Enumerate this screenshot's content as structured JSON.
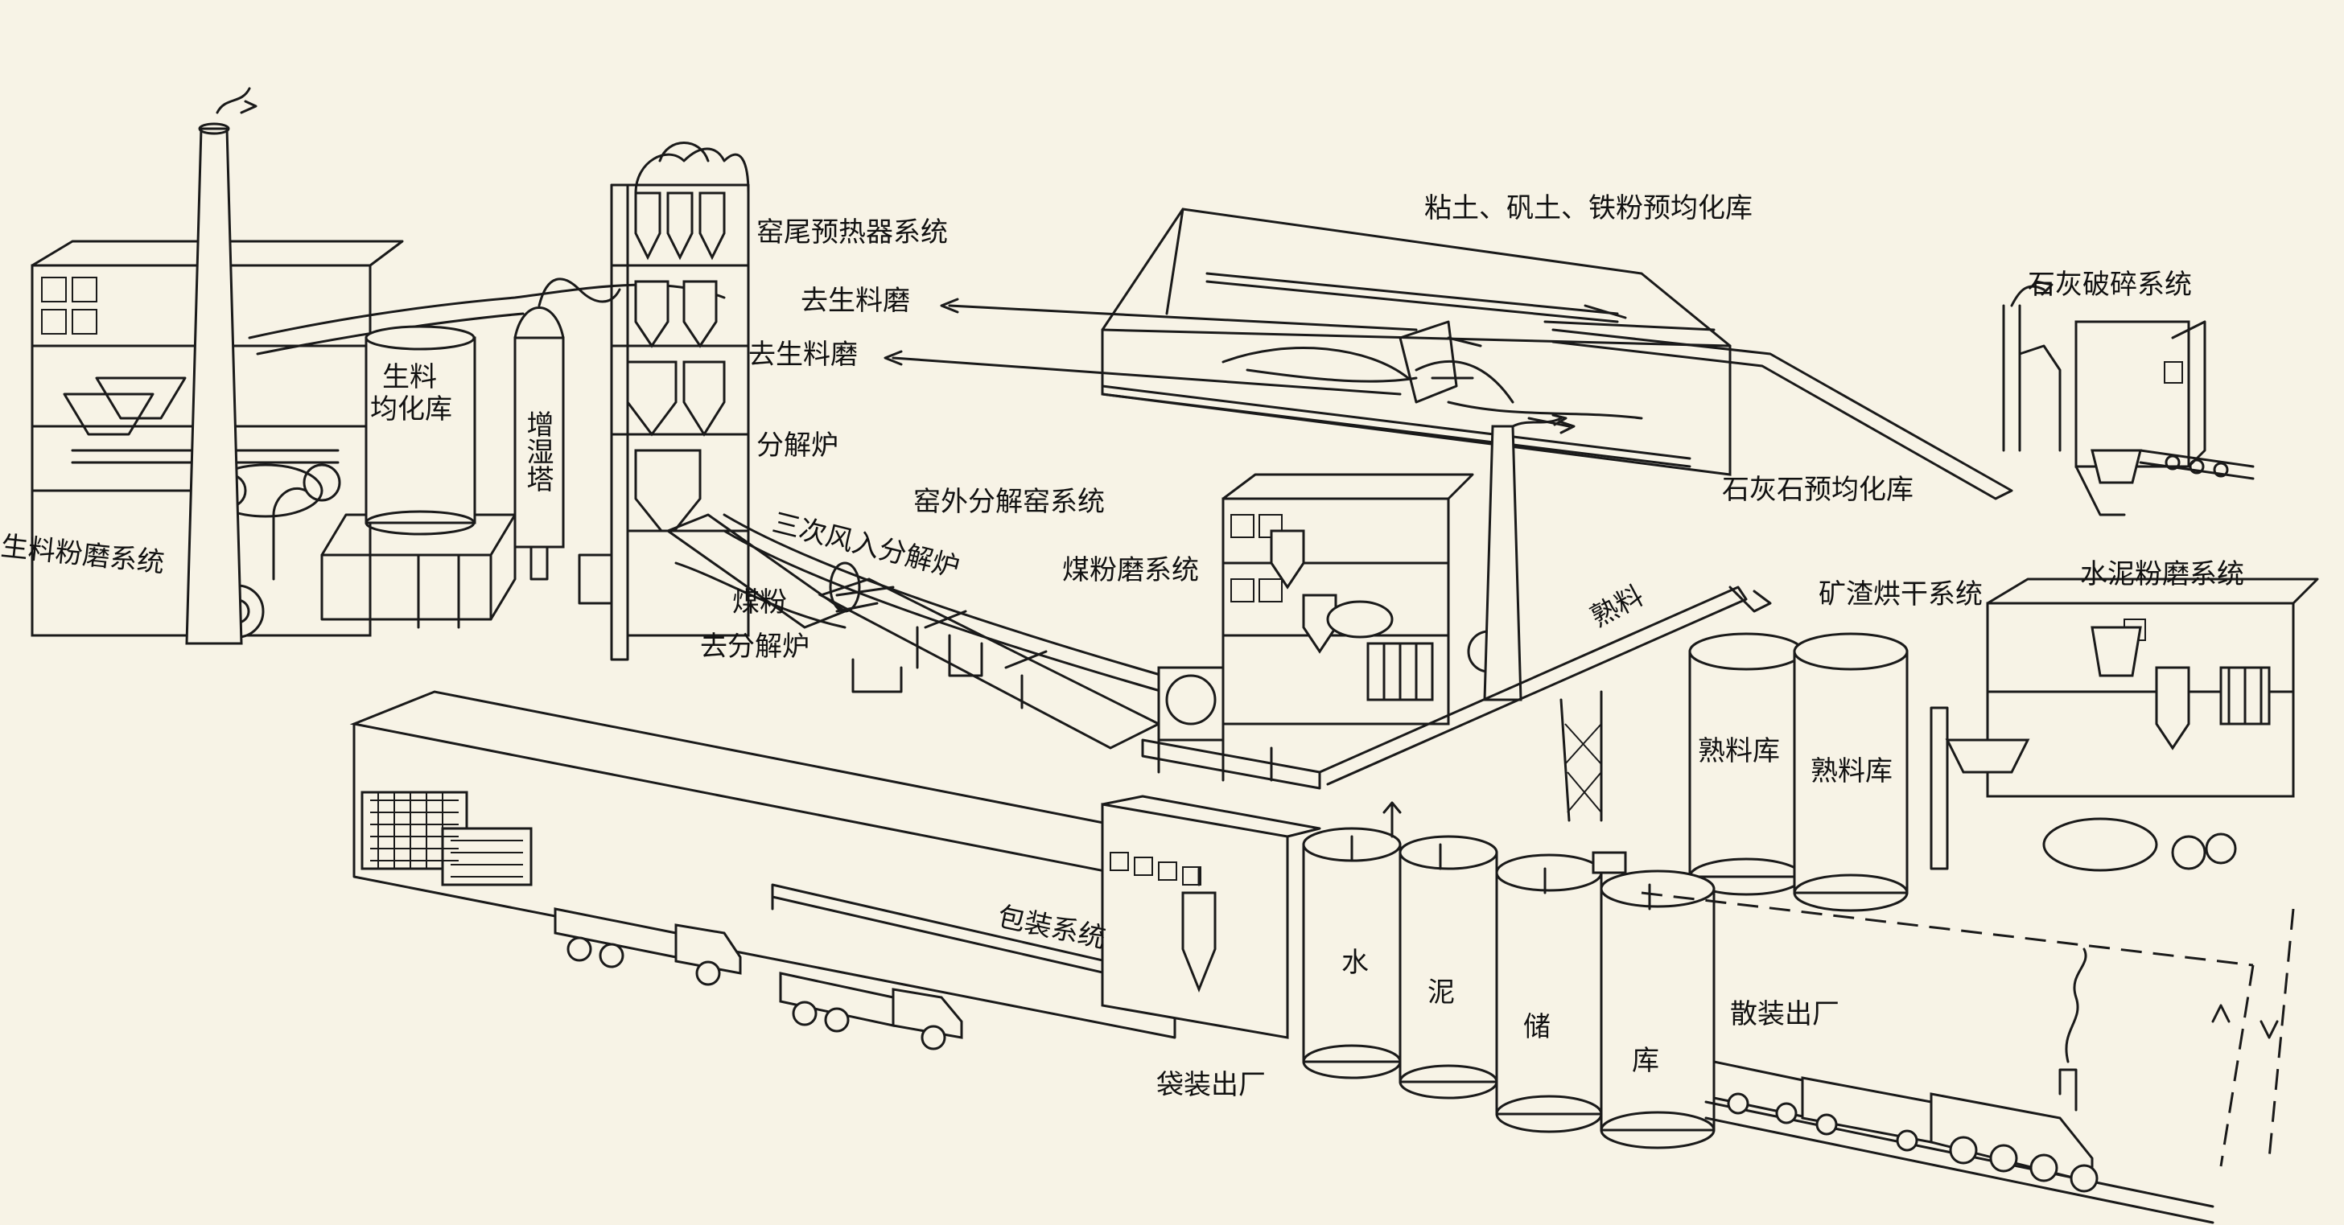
{
  "labels": {
    "kiln_tail_preheater": "窑尾预热器系统",
    "to_raw_mill_1": "去生料磨",
    "to_raw_mill_2": "去生料磨",
    "calciner": "分解炉",
    "raw_meal_homogenizing_silo": "生料均化库",
    "raw_meal_line1": "生料",
    "raw_meal_line2": "均化库",
    "humidifier_tower": "增湿塔",
    "raw_mill_system": "生料粉磨系统",
    "tertiary_air": "三次风入分解炉",
    "precalciner_kiln_system": "窑外分解窑系统",
    "coal_powder": "煤粉",
    "to_calciner": "去分解炉",
    "clay_prehomog": "粘土、矾土、铁粉预均化库",
    "limestone_crushing": "石灰破碎系统",
    "limestone_prehomog": "石灰石预均化库",
    "coal_mill_system": "煤粉磨系统",
    "clinker": "熟料",
    "slag_drying": "矿渣烘干系统",
    "cement_mill_system": "水泥粉磨系统",
    "clinker_silo_1": "熟料库",
    "clinker_silo_2": "熟料库",
    "packing_system": "包装系统",
    "silo_char_1": "水",
    "silo_char_2": "泥",
    "silo_char_3": "储",
    "silo_char_4": "库",
    "bulk_dispatch": "散装出厂",
    "bagged_dispatch": "袋装出厂"
  },
  "colors": {
    "paper": "#f7f3e6",
    "ink": "#1a1a1a"
  }
}
